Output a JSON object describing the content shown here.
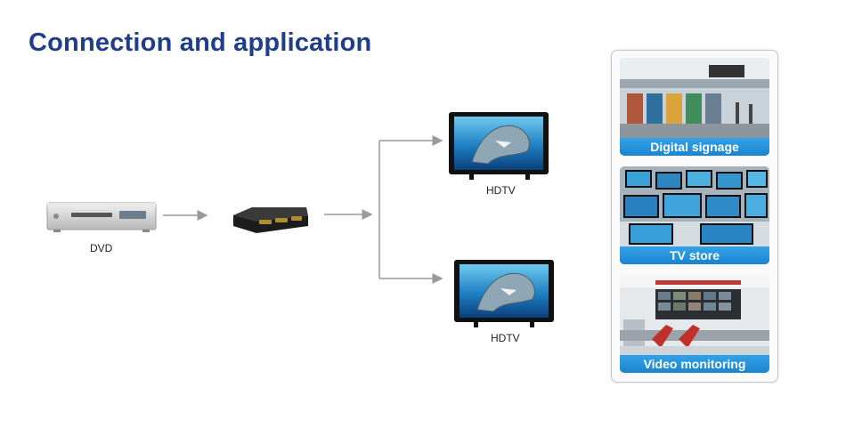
{
  "title": "Connection and application",
  "devices": {
    "dvd_label": "DVD",
    "hdtv_top_label": "HDTV",
    "hdtv_bottom_label": "HDTV"
  },
  "applications": [
    {
      "label": "Digital signage"
    },
    {
      "label": "TV store"
    },
    {
      "label": "Video monitoring"
    }
  ],
  "colors": {
    "title": "#1f3d8a",
    "caption_bar": "#1f8ad6",
    "arrow": "#9a9a9a"
  }
}
